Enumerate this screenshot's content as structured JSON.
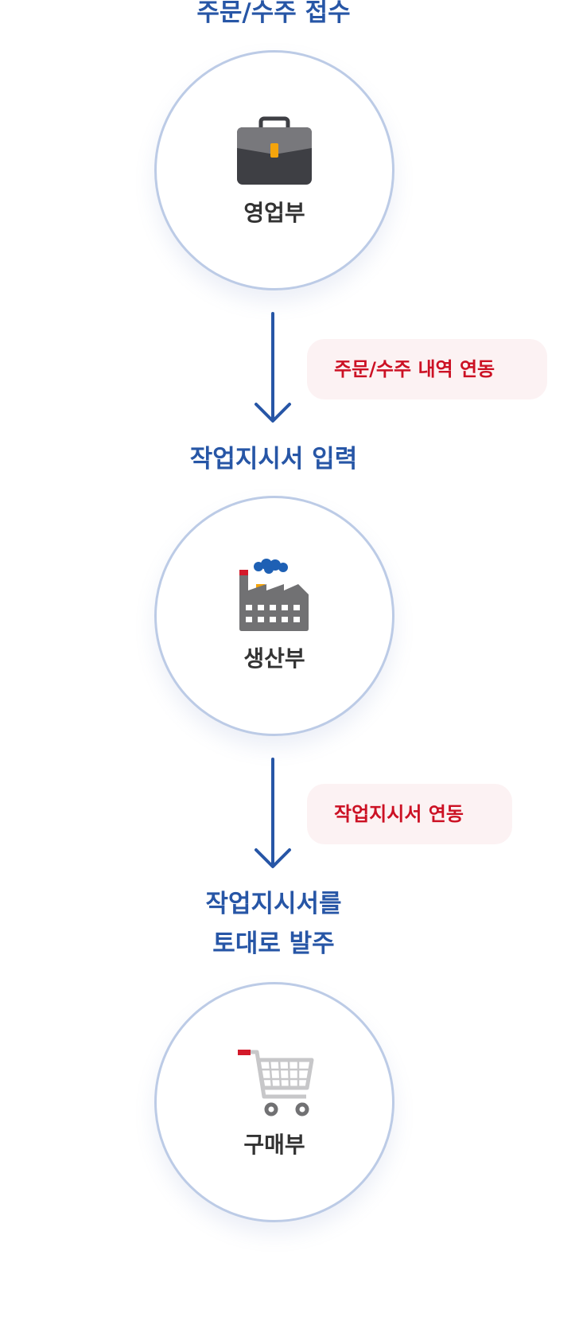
{
  "steps": [
    {
      "title": "주문/수주 접수",
      "department": "영업부",
      "icon": "briefcase-icon"
    },
    {
      "title": "작업지시서 입력",
      "department": "생산부",
      "icon": "factory-icon"
    },
    {
      "title": "작업지시서를\n토대로 발주",
      "department": "구매부",
      "icon": "shopping-cart-icon"
    }
  ],
  "links": [
    {
      "label": "주문/수주 내역 연동"
    },
    {
      "label": "작업지시서 연동"
    }
  ],
  "colors": {
    "title": "#2756a6",
    "arrow": "#2756a6",
    "circle_border": "#bccbe6",
    "badge_bg": "#fcf2f3",
    "badge_text": "#cc1124",
    "department_text": "#333333"
  }
}
